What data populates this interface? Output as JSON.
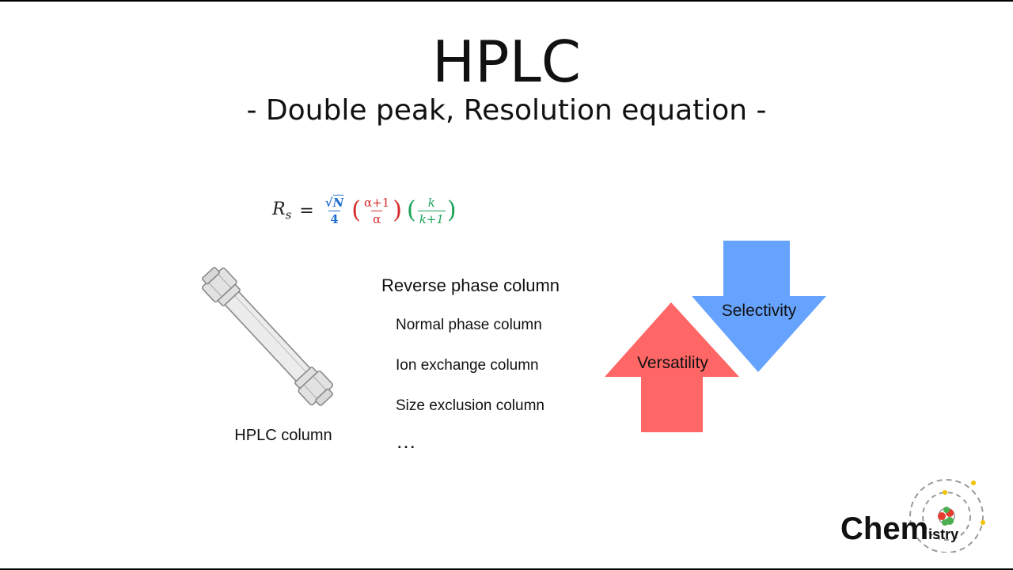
{
  "slide": {
    "title": "HPLC",
    "subtitle": "- Double peak, Resolution equation -"
  },
  "equation": {
    "lhs": "R",
    "lhs_sub": "s",
    "equals": "=",
    "term1": {
      "sqrt_symbol": "√",
      "numerator": "N",
      "denominator": "4",
      "color": "#1f6fd1"
    },
    "term2": {
      "open": "(",
      "numerator": "α+1",
      "denominator": "α",
      "close": ")",
      "color": "#d62a2a"
    },
    "term3": {
      "open": "(",
      "numerator": "k",
      "denominator": "k+1",
      "close": ")",
      "color": "#1aa257"
    }
  },
  "column_figure": {
    "caption": "HPLC column",
    "icon": "hplc-column-icon"
  },
  "column_types": {
    "main": "Reverse phase column",
    "items": [
      "Normal phase column",
      "Ion exchange column",
      "Size exclusion column"
    ],
    "ellipsis": "…"
  },
  "arrows": {
    "up": {
      "label": "Versatility",
      "color": "#ff6666"
    },
    "down": {
      "label": "Selectivity",
      "color": "#66a3ff"
    }
  },
  "logo": {
    "text_main": "Chem",
    "text_small": "istry",
    "icon": "atom-icon"
  }
}
